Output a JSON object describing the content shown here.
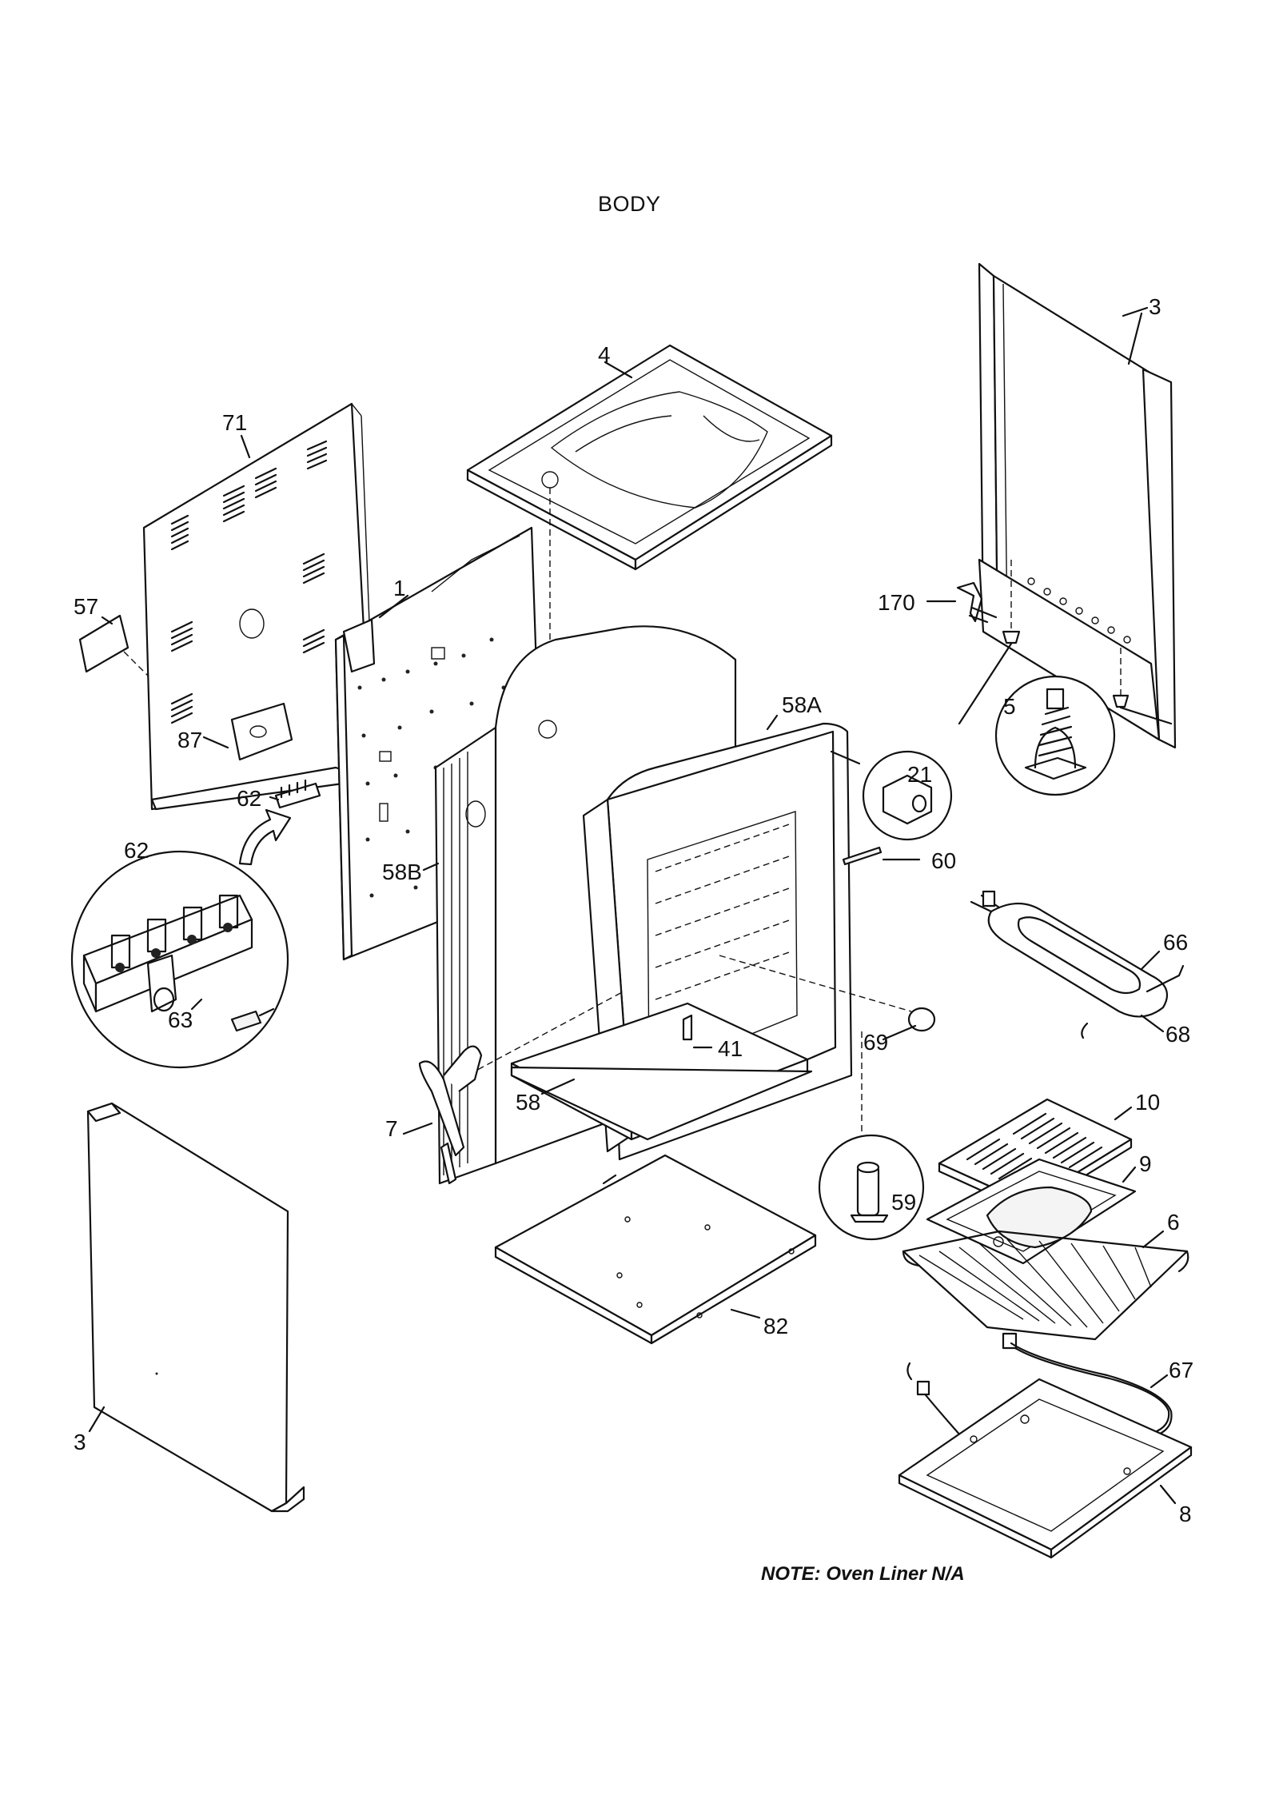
{
  "title": "BODY",
  "note": "NOTE:  Oven Liner N/A",
  "callouts": [
    {
      "id": "c-3-top",
      "text": "3"
    },
    {
      "id": "c-4",
      "text": "4"
    },
    {
      "id": "c-71",
      "text": "71"
    },
    {
      "id": "c-1",
      "text": "1"
    },
    {
      "id": "c-57",
      "text": "57"
    },
    {
      "id": "c-170",
      "text": "170"
    },
    {
      "id": "c-5",
      "text": "5"
    },
    {
      "id": "c-58A",
      "text": "58A"
    },
    {
      "id": "c-21",
      "text": "21"
    },
    {
      "id": "c-87",
      "text": "87"
    },
    {
      "id": "c-62a",
      "text": "62"
    },
    {
      "id": "c-60",
      "text": "60"
    },
    {
      "id": "c-58B",
      "text": "58B"
    },
    {
      "id": "c-62b",
      "text": "62"
    },
    {
      "id": "c-66",
      "text": "66"
    },
    {
      "id": "c-68",
      "text": "68"
    },
    {
      "id": "c-63",
      "text": "63"
    },
    {
      "id": "c-69",
      "text": "69"
    },
    {
      "id": "c-41",
      "text": "41"
    },
    {
      "id": "c-10",
      "text": "10"
    },
    {
      "id": "c-7",
      "text": "7"
    },
    {
      "id": "c-58",
      "text": "58"
    },
    {
      "id": "c-9",
      "text": "9"
    },
    {
      "id": "c-6",
      "text": "6"
    },
    {
      "id": "c-59",
      "text": "59"
    },
    {
      "id": "c-82",
      "text": "82"
    },
    {
      "id": "c-67",
      "text": "67"
    },
    {
      "id": "c-3-bottom",
      "text": "3"
    },
    {
      "id": "c-8",
      "text": "8"
    }
  ]
}
